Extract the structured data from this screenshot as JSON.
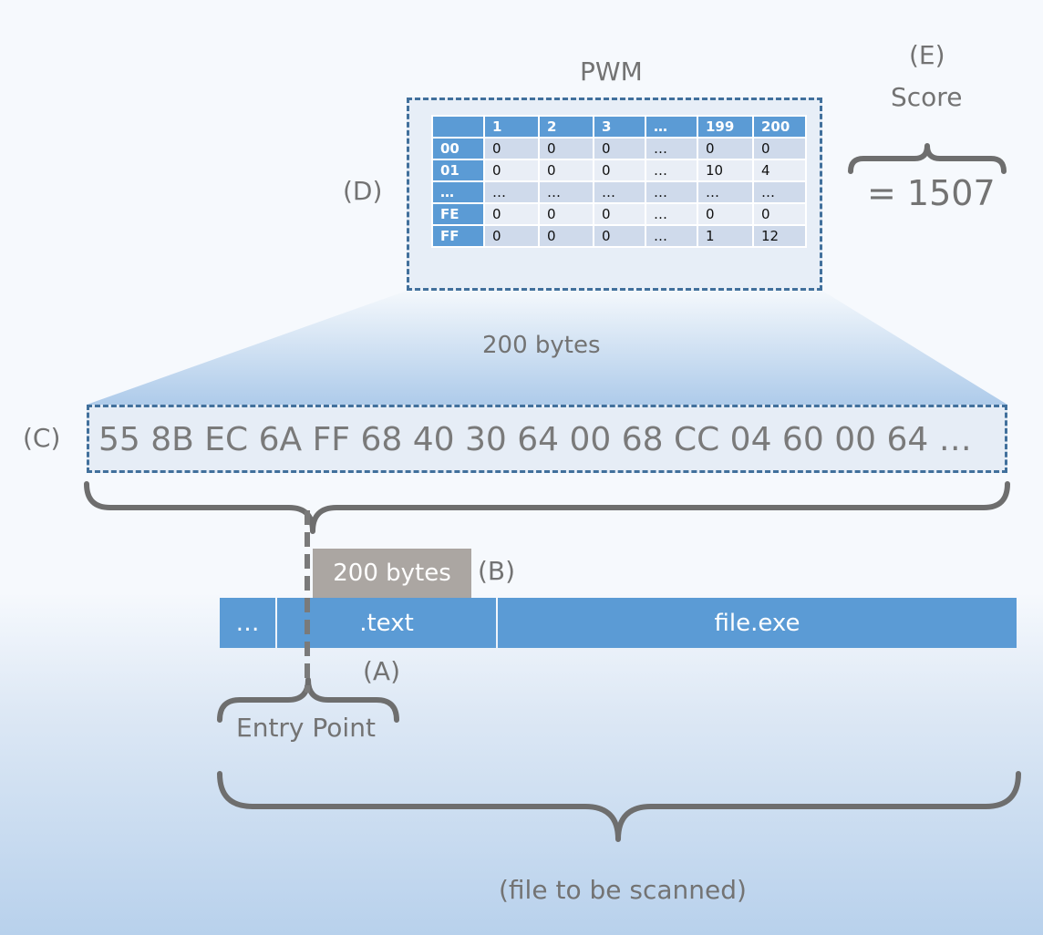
{
  "pwm": {
    "title": "PWM",
    "label": "(D)",
    "header": [
      "",
      "1",
      "2",
      "3",
      "…",
      "199",
      "200"
    ],
    "rows": [
      [
        "00",
        "0",
        "0",
        "0",
        "…",
        "0",
        "0"
      ],
      [
        "01",
        "0",
        "0",
        "0",
        "…",
        "10",
        "4"
      ],
      [
        "…",
        "…",
        "…",
        "…",
        "…",
        "…",
        "…"
      ],
      [
        "FE",
        "0",
        "0",
        "0",
        "…",
        "0",
        "0"
      ],
      [
        "FF",
        "0",
        "0",
        "0",
        "…",
        "1",
        "12"
      ]
    ]
  },
  "score": {
    "label": "(E)",
    "title": "Score",
    "value": "= 1507"
  },
  "window": {
    "size_label": "200 bytes"
  },
  "bytes": {
    "label": "(C)",
    "sequence": "55 8B EC 6A FF 68 40 30 64 00 68 CC 04 60 00 64 …"
  },
  "read": {
    "box_label": "200 bytes",
    "label": "(B)"
  },
  "file": {
    "seg_dots": "…",
    "seg_text": ".text",
    "seg_file": "file.exe",
    "text_label": "(A)",
    "entry_point": "Entry Point",
    "caption": "(file to be scanned)"
  },
  "colors": {
    "accent_blue": "#5b9bd5",
    "dashed_border": "#41709c",
    "brace_gray": "#6e6e6e",
    "read_box": "#aba6a2"
  }
}
